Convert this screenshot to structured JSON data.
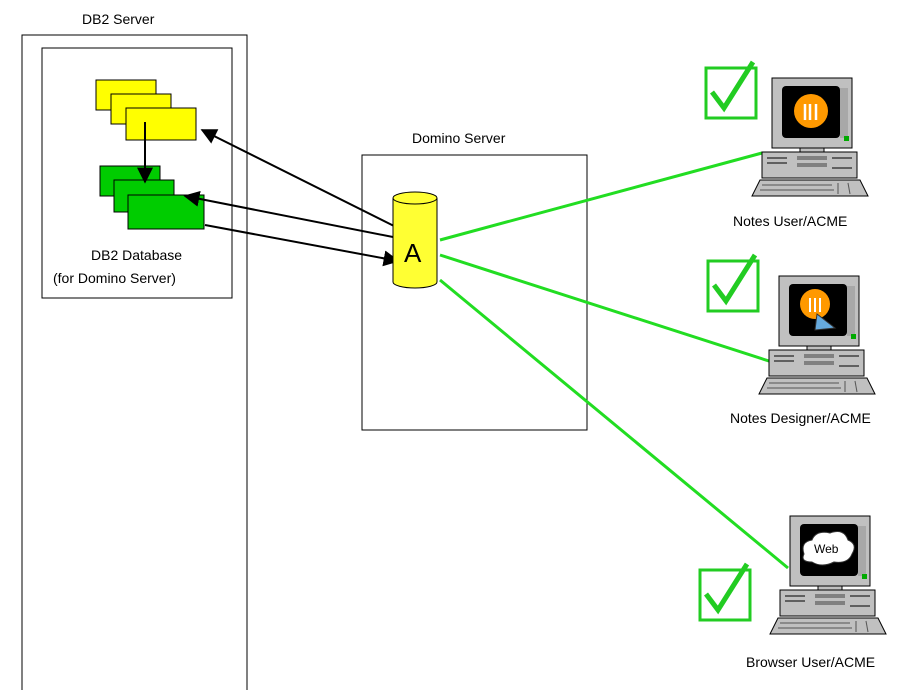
{
  "db2": {
    "server_label": "DB2 Server",
    "database_label_line1": "DB2 Database",
    "database_label_line2": "(for Domino Server)"
  },
  "domino": {
    "server_label": "Domino Server",
    "database_letter": "A"
  },
  "clients": [
    {
      "label": "Notes User/ACME",
      "screen_icon": "notes-logo-icon",
      "access": "checkmark-icon"
    },
    {
      "label": "Notes Designer/ACME",
      "screen_icon": "notes-designer-logo-icon",
      "access": "checkmark-icon"
    },
    {
      "label": "Browser User/ACME",
      "screen_icon": "web-cloud-icon",
      "screen_text": "Web",
      "access": "checkmark-icon"
    }
  ],
  "colors": {
    "yellow_docs": "#ffff00",
    "green_docs": "#00cc00",
    "connection_line": "#22dd22",
    "checkmark": "#22cc22",
    "database_cylinder": "#ffff33",
    "notes_logo": "#ff9900",
    "monitor_body": "#c0c0c0"
  }
}
